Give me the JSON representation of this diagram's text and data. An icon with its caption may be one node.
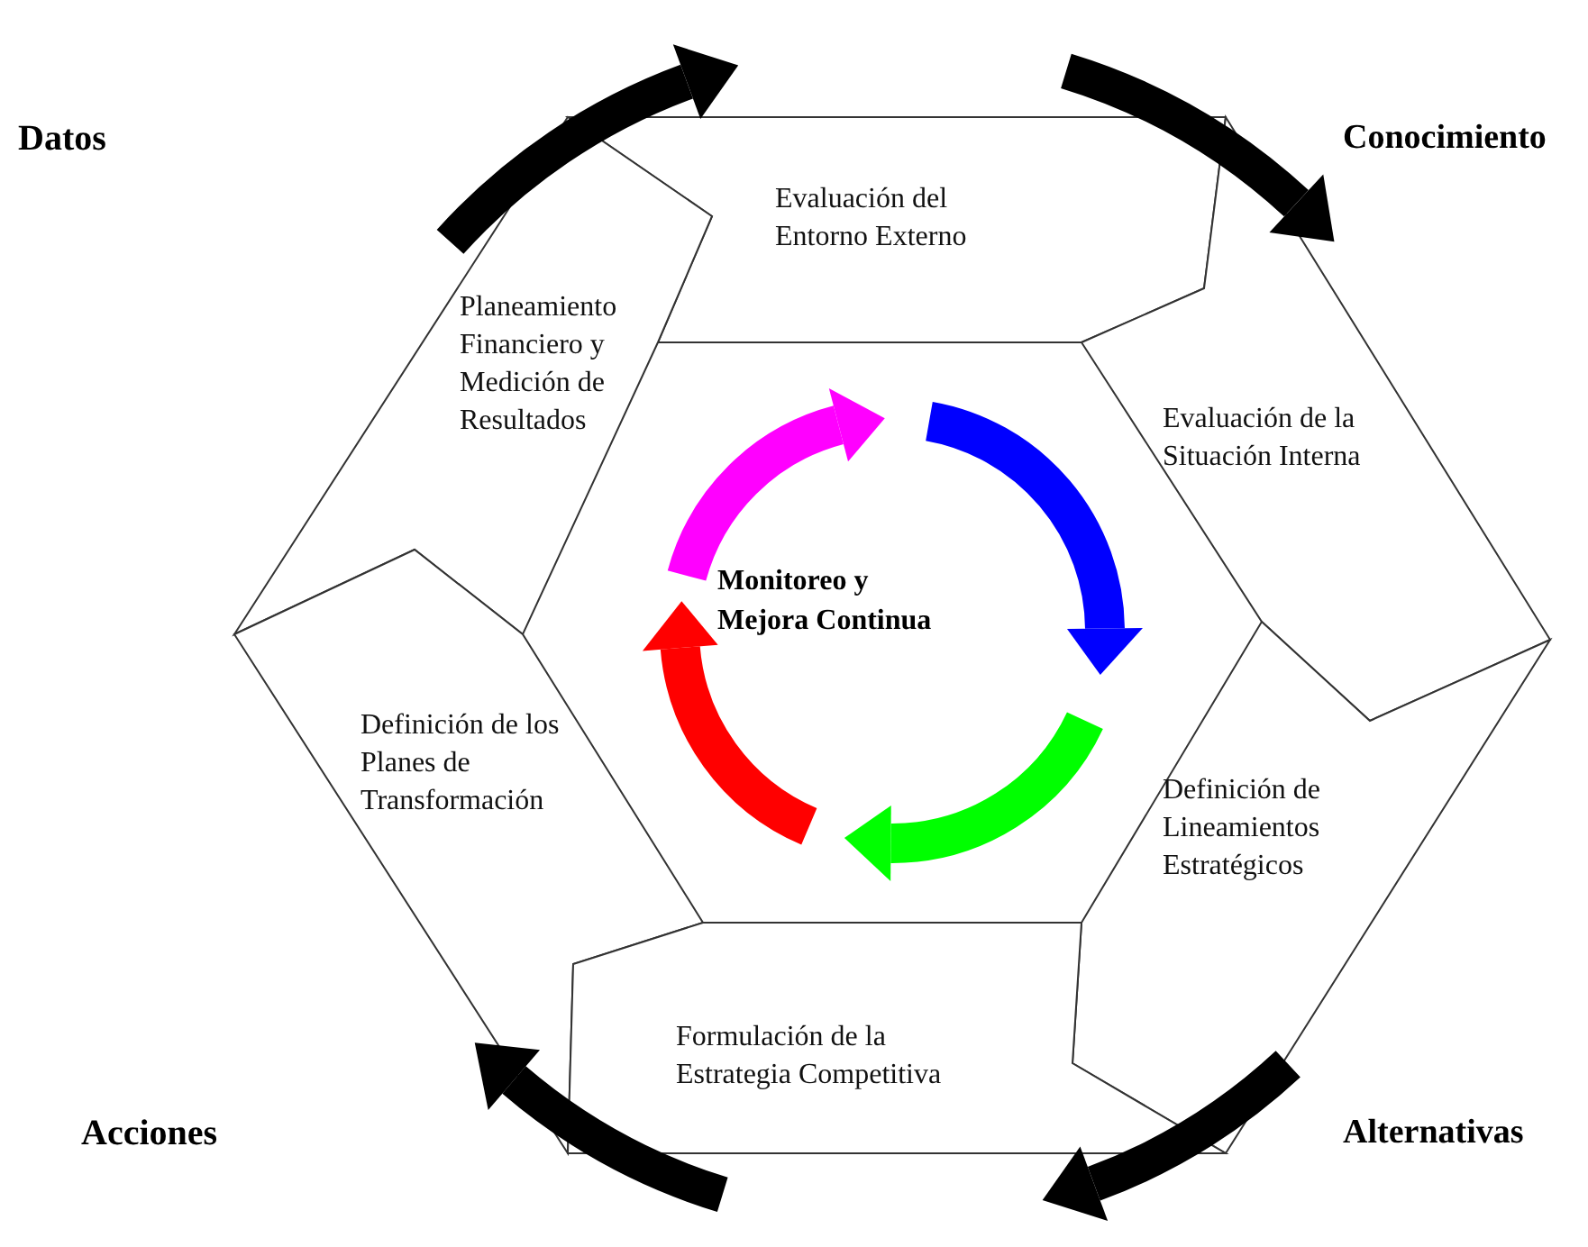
{
  "diagram": {
    "nodes": [
      {
        "text": [
          "Evaluación del Entorno Externo"
        ]
      },
      {
        "text": [
          "Planeamiento Financiero y Medición de Resultados"
        ]
      },
      {
        "text": [
          "Evaluación de la Situación Interna"
        ]
      },
      {
        "text": [
          "Definición de los Planes de Transformación"
        ]
      },
      {
        "text": [
          "Definición de Lineamientos Estratégicos"
        ]
      },
      {
        "text": [
          "Formulación de la Estrategia Competitiva"
        ]
      }
    ],
    "labels": [
      "Datos",
      "Conocimiento",
      "Monitoreo y Mejora Continua",
      "Acciones",
      "Alternativas"
    ]
  }
}
